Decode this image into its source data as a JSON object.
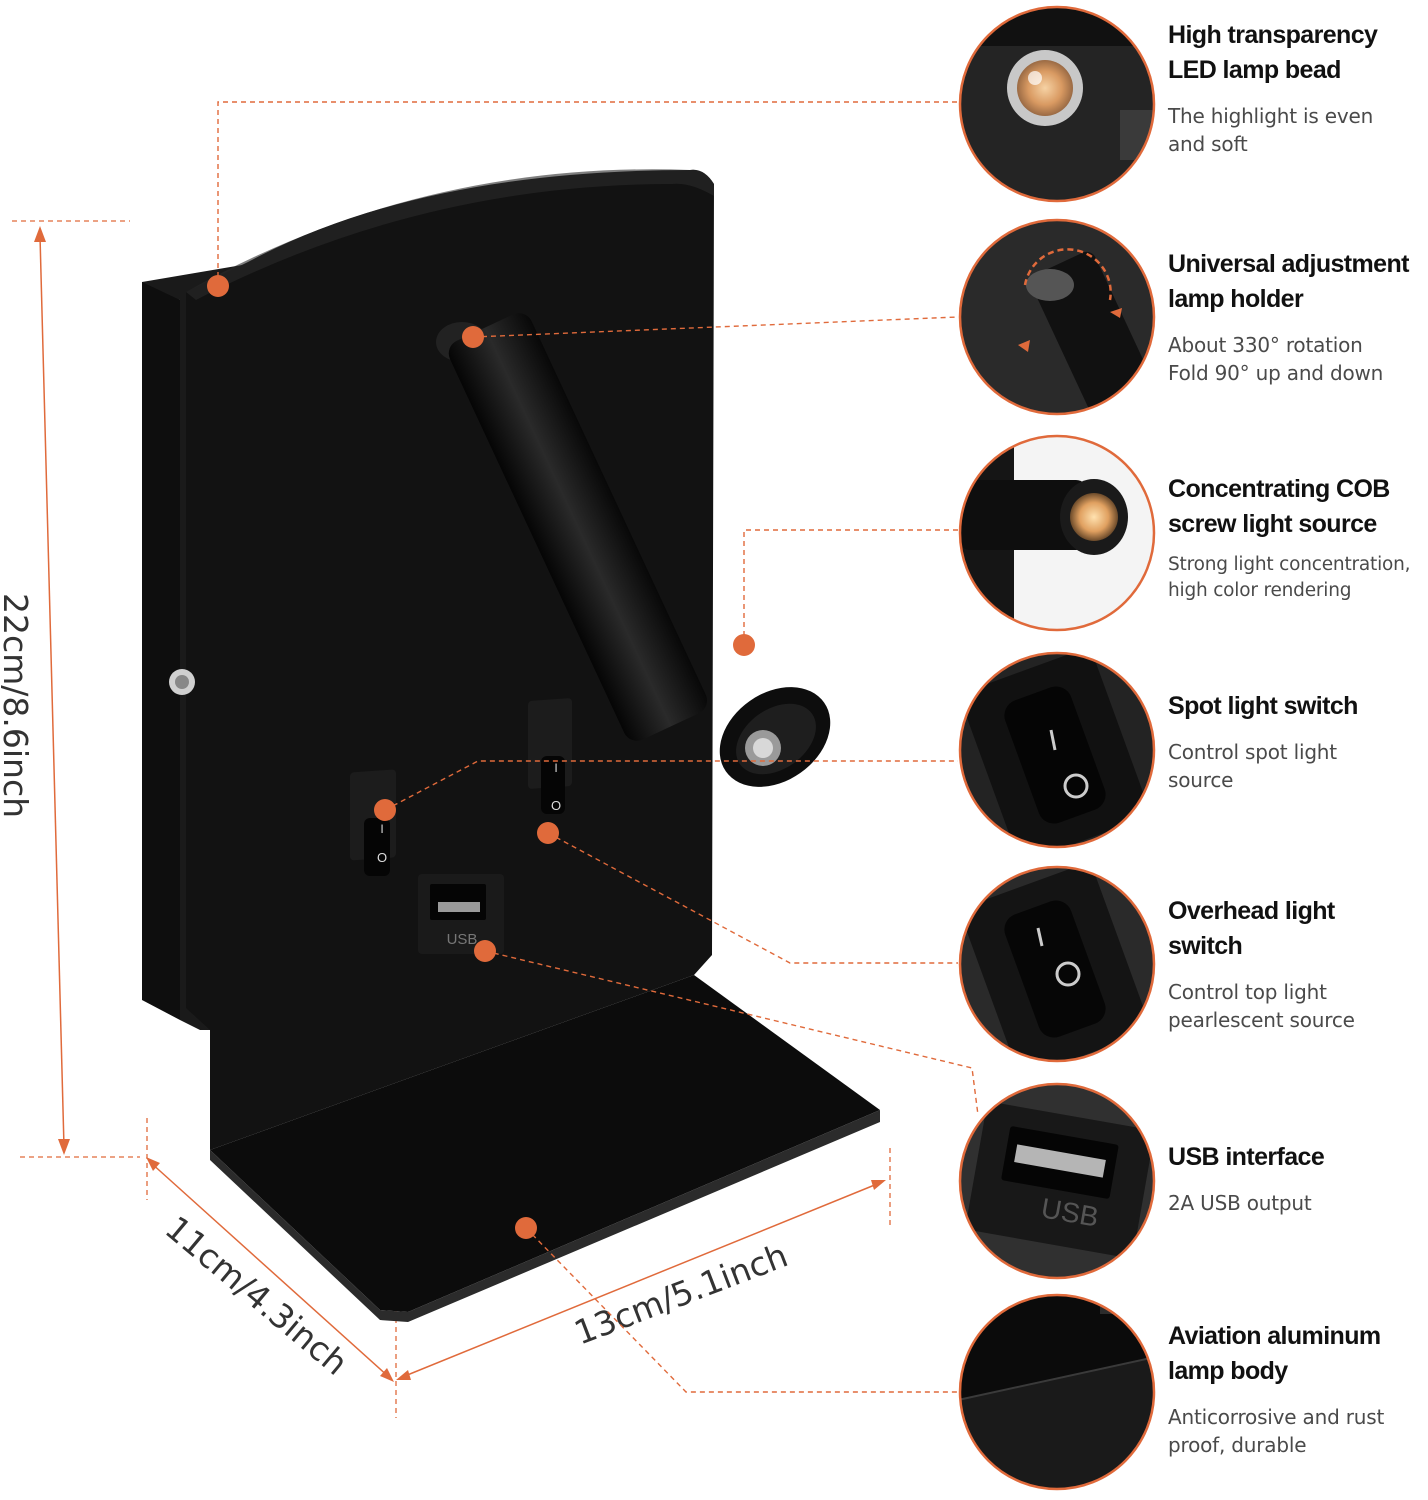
{
  "colors": {
    "accent": "#e06a3b",
    "product": "#111111",
    "circle_border": "#e06a3b"
  },
  "dimensions": {
    "height": "22cm/8.6inch",
    "depth": "11cm/4.3inch",
    "width": "13cm/5.1inch"
  },
  "product": {
    "usb_label": "USB",
    "switch_on": "I",
    "switch_off": "O"
  },
  "features": [
    {
      "icon": "led-bead-icon",
      "title_lines": [
        "High transparency",
        "LED lamp bead"
      ],
      "desc_lines": [
        "The highlight is even",
        "and soft"
      ]
    },
    {
      "icon": "rotating-holder-icon",
      "title_lines": [
        "Universal adjustment",
        "lamp holder"
      ],
      "desc_lines": [
        "About 330° rotation",
        "Fold 90° up and down"
      ]
    },
    {
      "icon": "cob-light-icon",
      "title_lines": [
        "Concentrating COB",
        "screw light source"
      ],
      "desc_lines": [
        "Strong light concentration,",
        "high color rendering"
      ]
    },
    {
      "icon": "rocker-switch-icon",
      "title_lines": [
        "Spot light switch"
      ],
      "desc_lines": [
        "Control spot light",
        "source"
      ]
    },
    {
      "icon": "rocker-switch-icon",
      "title_lines": [
        "Overhead light",
        "switch"
      ],
      "desc_lines": [
        "Control top light",
        "pearlescent source"
      ]
    },
    {
      "icon": "usb-port-icon",
      "title_lines": [
        "USB interface"
      ],
      "desc_lines": [
        "2A USB output"
      ]
    },
    {
      "icon": "aluminum-body-icon",
      "title_lines": [
        "Aviation aluminum",
        "lamp body"
      ],
      "desc_lines": [
        "Anticorrosive and rust",
        "proof, durable"
      ]
    }
  ]
}
